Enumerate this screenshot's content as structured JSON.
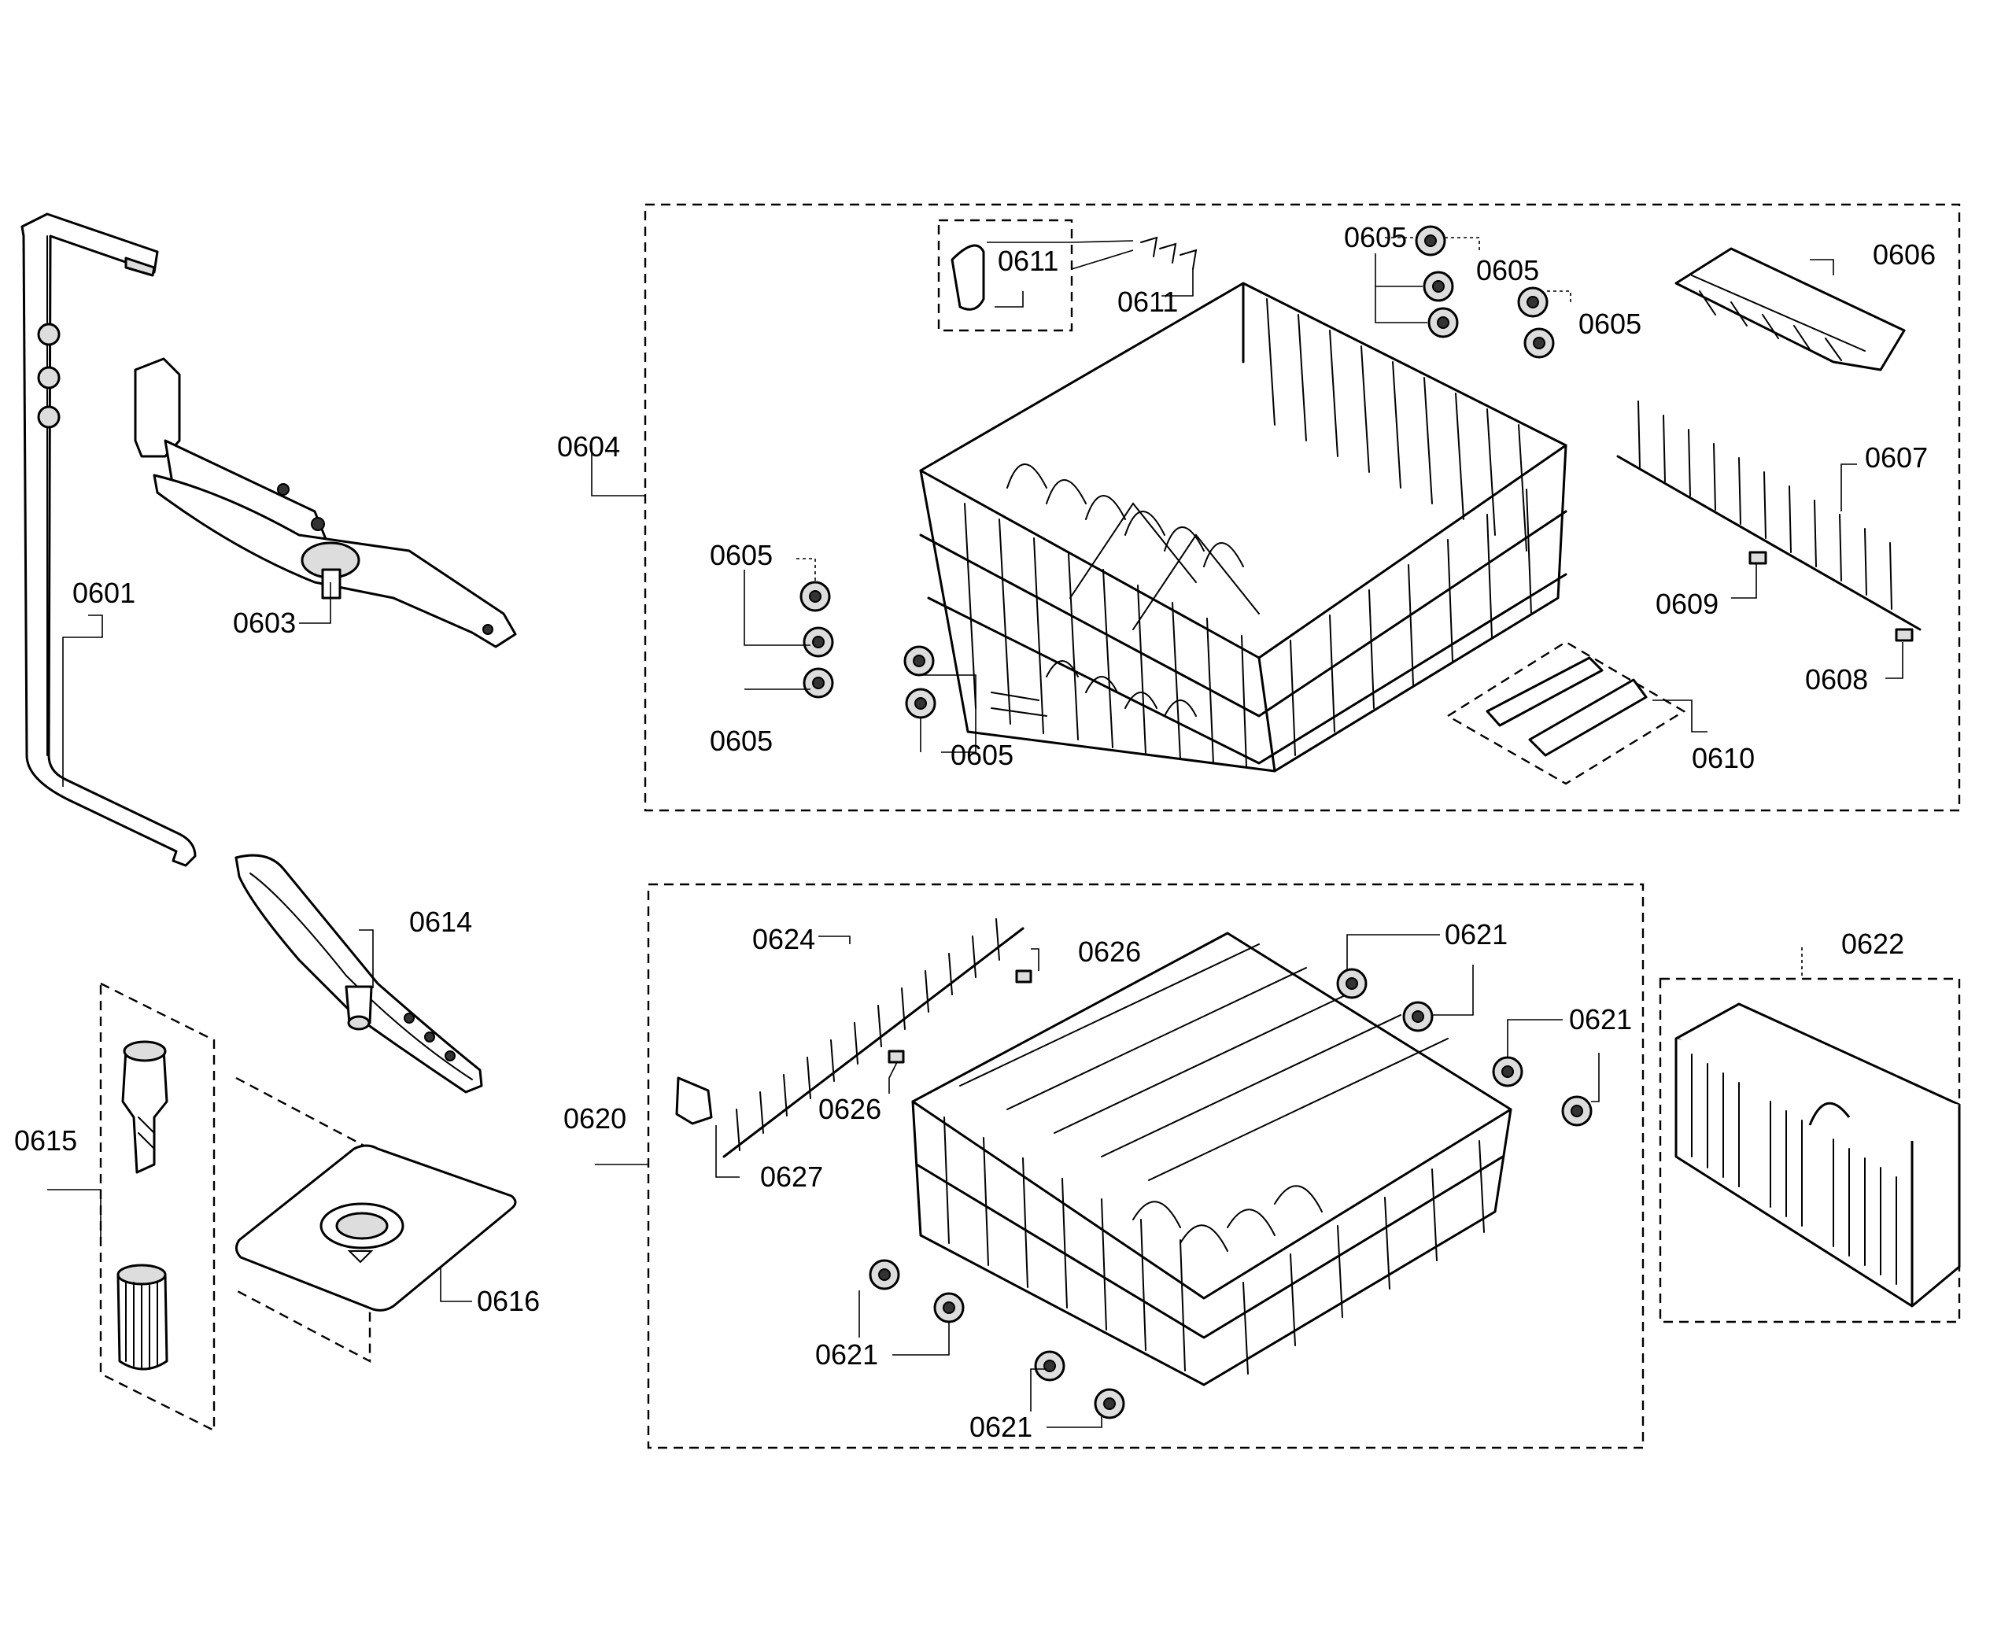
{
  "callouts": {
    "c0601": "0601",
    "c0603": "0603",
    "c0604": "0604",
    "c0605_a": "0605",
    "c0605_b": "0605",
    "c0605_c": "0605",
    "c0605_d": "0605",
    "c0605_e": "0605",
    "c0605_f": "0605",
    "c0606": "0606",
    "c0607": "0607",
    "c0608": "0608",
    "c0609": "0609",
    "c0610": "0610",
    "c0611_a": "0611",
    "c0611_b": "0611",
    "c0614": "0614",
    "c0615": "0615",
    "c0616": "0616",
    "c0620": "0620",
    "c0621_a": "0621",
    "c0621_b": "0621",
    "c0621_c": "0621",
    "c0621_d": "0621",
    "c0622": "0622",
    "c0624": "0624",
    "c0626_a": "0626",
    "c0626_b": "0626",
    "c0627": "0627"
  },
  "colors": {
    "ink": "#000000",
    "paper": "#ffffff",
    "shade": "#dddddd"
  }
}
